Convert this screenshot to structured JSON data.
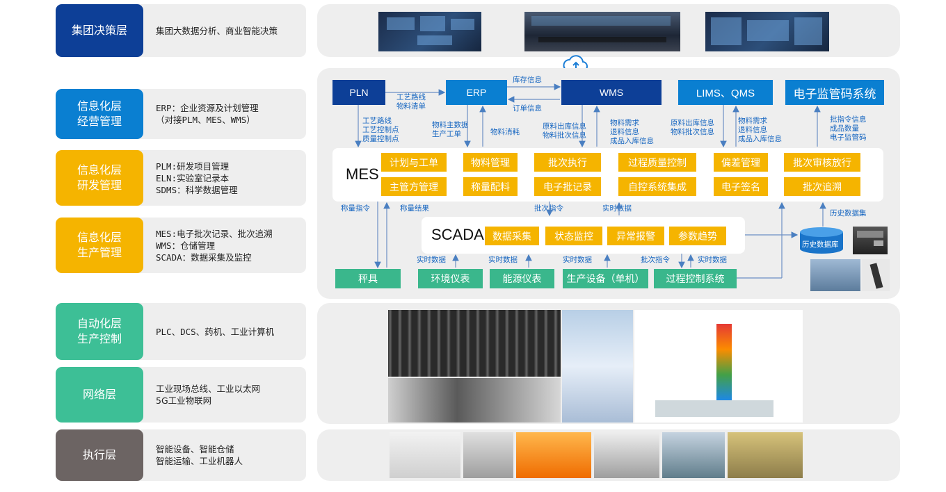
{
  "colors": {
    "navy": "#0d3f97",
    "blue": "#0a7fd1",
    "yellow": "#f5b400",
    "teal": "#3dbf96",
    "gray": "#6c6463",
    "annotation": "#1565c0"
  },
  "layers": [
    {
      "label": "集团决策层",
      "desc": "集团大数据分析、商业智能决策",
      "color": "navy"
    },
    {
      "label": "信息化层\n经营管理",
      "desc": "ERP：企业资源及计划管理\n（对接PLM、MES、WMS）",
      "color": "blue"
    },
    {
      "label": "信息化层\n研发管理",
      "desc": "PLM:研发项目管理\nELN:实验室记录本\nSDMS：科学数据管理",
      "color": "yellow"
    },
    {
      "label": "信息化层\n生产管理",
      "desc": "MES:电子批次记录、批次追溯\nWMS：仓储管理\nSCADA：数据采集及监控",
      "color": "yellow"
    },
    {
      "label": "自动化层\n生产控制",
      "desc": "PLC、DCS、药机、工业计算机",
      "color": "teal"
    },
    {
      "label": "网络层",
      "desc": "工业现场总线、工业以太网\n5G工业物联网",
      "color": "teal"
    },
    {
      "label": "执行层",
      "desc": "智能设备、智能仓储\n智能运输、工业机器人",
      "color": "gray"
    }
  ],
  "systems": {
    "plm": "PLN",
    "erp": "ERP",
    "wms": "WMS",
    "lims": "LIMS、QMS",
    "emc": "电子监管码系统"
  },
  "mes": {
    "label": "MES",
    "modules": [
      "计划与工单",
      "物料管理",
      "批次执行",
      "过程质量控制",
      "偏差管理",
      "批次审核放行",
      "主管方管理",
      "称量配料",
      "电子批记录",
      "自控系统集成",
      "电子签名",
      "批次追溯"
    ]
  },
  "scada": {
    "label": "SCADA",
    "modules": [
      "数据采集",
      "状态监控",
      "异常报警",
      "参数趋势"
    ]
  },
  "field_devices": [
    "秤具",
    "环境仪表",
    "能源仪表",
    "生产设备（单机）",
    "过程控制系统"
  ],
  "history_db": "历史数据库",
  "annotations": {
    "inventory_info": "库存信息",
    "process_route_bom": "工艺路线\n物料清单",
    "order_info": "订单信息",
    "process_route_points": "工艺路线\n工艺控制点\n质量控制点",
    "material_master": "物料主数据\n生产工单",
    "material_consumption": "物料消耗",
    "material_outbound": "原料出库信息\n物料批次信息",
    "material_demand_wms": "物料需求\n退料信息\n成品入库信息",
    "material_outbound_lims": "原料出库信息\n物料批次信息",
    "material_demand_lims": "物料需求\n退料信息\n成品入库信息",
    "batch_order_info": "批指令信息\n成品数量\n电子监管码",
    "weigh_cmd": "称量指令",
    "weigh_result": "称量结果",
    "batch_cmd": "批次指令",
    "realtime_data": "实时数据",
    "history_collect": "历史数据集",
    "rt1": "实时数据",
    "rt2": "实时数据",
    "rt3": "实时数据",
    "batch_cmd2": "批次指令",
    "rt4": "实时数据"
  }
}
